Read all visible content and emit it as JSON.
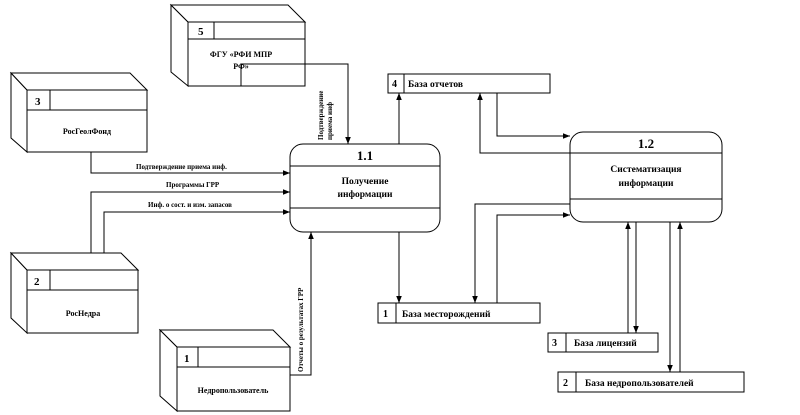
{
  "entities": {
    "e5": {
      "num": "5",
      "name_line1": "ФГУ «РФИ МПР",
      "name_line2": "РФ»"
    },
    "e3": {
      "num": "3",
      "name": "РосГеолФонд"
    },
    "e2": {
      "num": "2",
      "name": "РосНедра"
    },
    "e1": {
      "num": "1",
      "name": "Недропользователь"
    }
  },
  "processes": {
    "p11": {
      "num": "1.1",
      "name_line1": "Получение",
      "name_line2": "информации"
    },
    "p12": {
      "num": "1.2",
      "name_line1": "Систематизация",
      "name_line2": "информации"
    }
  },
  "stores": {
    "s4": {
      "num": "4",
      "name": "База отчетов"
    },
    "s1": {
      "num": "1",
      "name": "База месторождений"
    },
    "s3": {
      "num": "3",
      "name": "База лицензий"
    },
    "s2": {
      "num": "2",
      "name": "База недропользователей"
    }
  },
  "flows": {
    "f_confirm_priem": "Подтверждение приема инф.",
    "f_programs": "Программы ГРР",
    "f_reserves": "Инф. о сост. и изм. запасов",
    "f_reports": "Отчеты о результатах ГРР",
    "f_confirm_line1": "Подтверждение",
    "f_confirm_line2": "приема инф"
  }
}
